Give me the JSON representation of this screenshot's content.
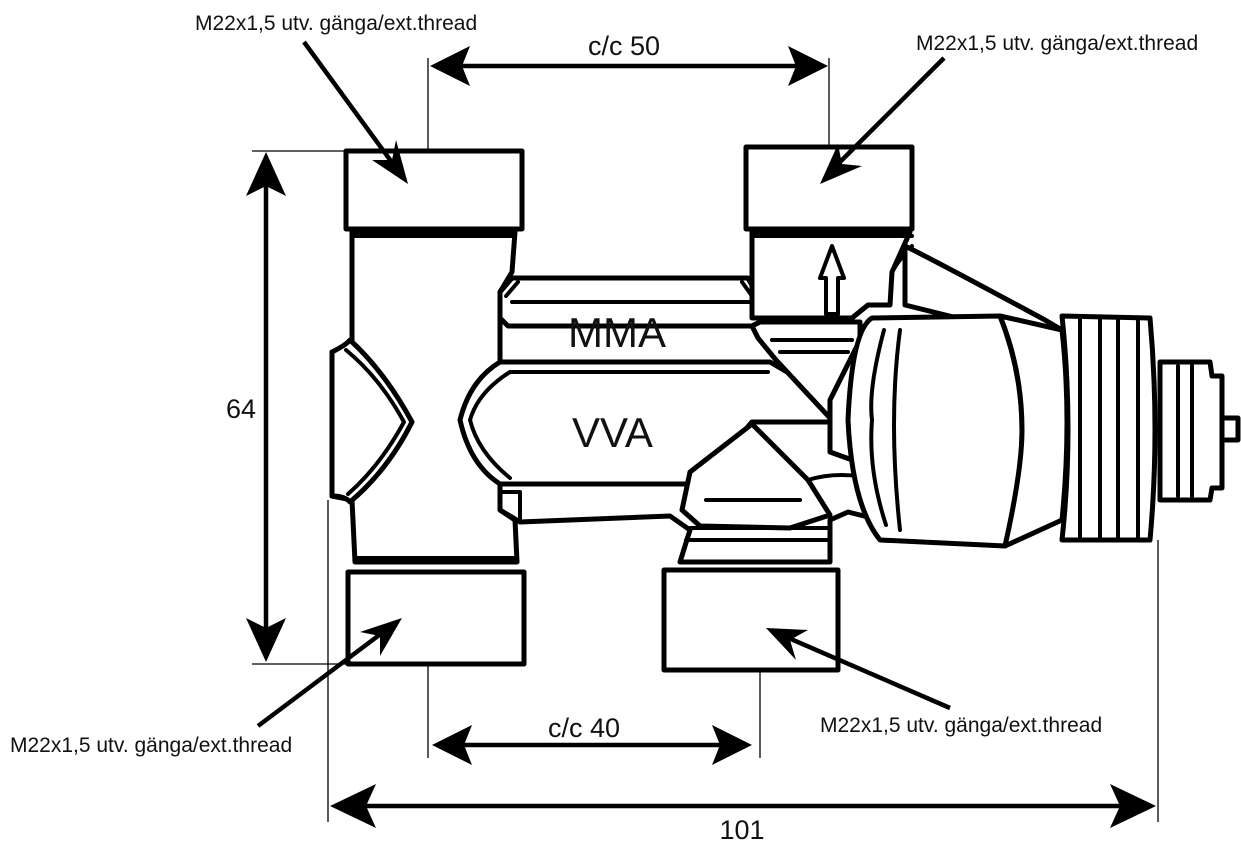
{
  "labels": {
    "thread_note": "M22x1,5 utv. gänga/ext.thread",
    "cc_top": "c/c 50",
    "cc_bottom": "c/c 40",
    "height": "64",
    "width": "101",
    "port_upper": "MMA",
    "port_lower": "VVA"
  },
  "colors": {
    "line": "#000000",
    "fill": "#ffffff"
  }
}
